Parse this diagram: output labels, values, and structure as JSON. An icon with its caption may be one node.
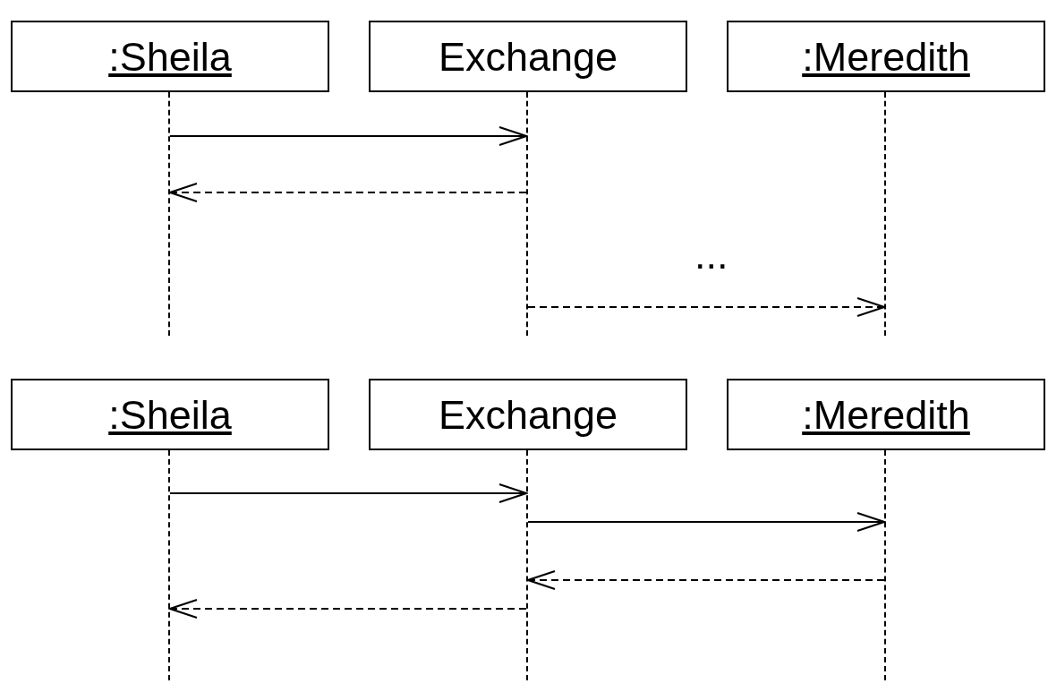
{
  "diagram": {
    "nodes": [
      {
        "text": [
          ":Sheila"
        ]
      },
      {
        "text": [
          "Exchange"
        ]
      },
      {
        "text": [
          ":Meredith"
        ]
      },
      {
        "text": [],
        "shape": "bar"
      },
      {
        "text": [],
        "shape": "bar"
      },
      {
        "text": [],
        "shape": "bar"
      },
      {
        "text": [
          ":Sheila"
        ]
      },
      {
        "text": [
          "Exchange"
        ]
      },
      {
        "text": [
          ":Meredith"
        ]
      },
      {
        "text": [],
        "shape": "bar"
      },
      {
        "text": [],
        "shape": "bar"
      },
      {
        "text": [],
        "shape": "bar"
      }
    ],
    "edges": [
      {
        "from": 3,
        "to": 4,
        "arrow": "to"
      },
      {
        "from": 4,
        "to": 3,
        "arrow": "to",
        "style": "dashed"
      },
      {
        "from": 4,
        "to": 5,
        "arrow": "to",
        "style": "dashed"
      },
      {
        "from": 9,
        "to": 10,
        "arrow": "to"
      },
      {
        "from": 10,
        "to": 11,
        "arrow": "to"
      },
      {
        "from": 11,
        "to": 10,
        "arrow": "to",
        "style": "dashed"
      },
      {
        "from": 10,
        "to": 9,
        "arrow": "to",
        "style": "dashed"
      }
    ],
    "labels": [
      "..."
    ]
  }
}
